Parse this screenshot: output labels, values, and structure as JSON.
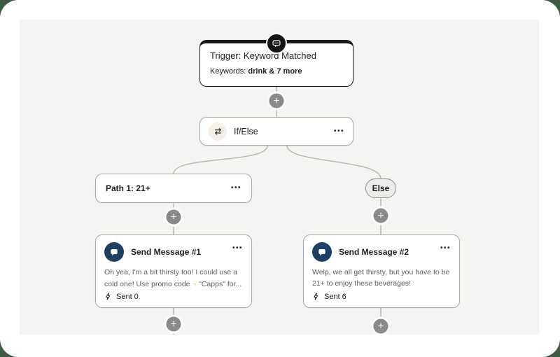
{
  "colors": {
    "page_background": "#3E5B48",
    "frame_background": "#FFFFFF",
    "canvas_background": "#F5F4F2",
    "trigger_accent": "#19191B",
    "message_icon_background": "#1F3F63",
    "connector": "#B6B4B1",
    "plus_button": "#8A8A8A",
    "else_pill_background": "#EDECEA"
  },
  "icons": {
    "more_options": "•••",
    "plus": "+"
  },
  "flow": {
    "trigger": {
      "icon": "chat-bubble-icon",
      "title": "Trigger: Keyword Matched",
      "keywords_label": "Keywords:",
      "keywords_value": "drink & 7 more"
    },
    "condition": {
      "icon": "swap-arrows-icon",
      "label": "If/Else"
    },
    "path1": {
      "label": "Path 1: 21+"
    },
    "else_branch": {
      "label": "Else"
    },
    "message1": {
      "icon": "message-bubble-icon",
      "title": "Send Message #1",
      "body_line1": "Oh yea, I'm a bit thirsty too! I could use a",
      "body_line2_pre": "cold one! Use promo code ",
      "body_emoji": "☟",
      "body_line2_post": " \"Capps\" for...",
      "sent": "Sent 0"
    },
    "message2": {
      "icon": "message-bubble-icon",
      "title": "Send Message #2",
      "body": "Welp, we all get thirsty, but you have to be 21+ to enjoy these beverages!",
      "sent": "Sent 6"
    }
  }
}
